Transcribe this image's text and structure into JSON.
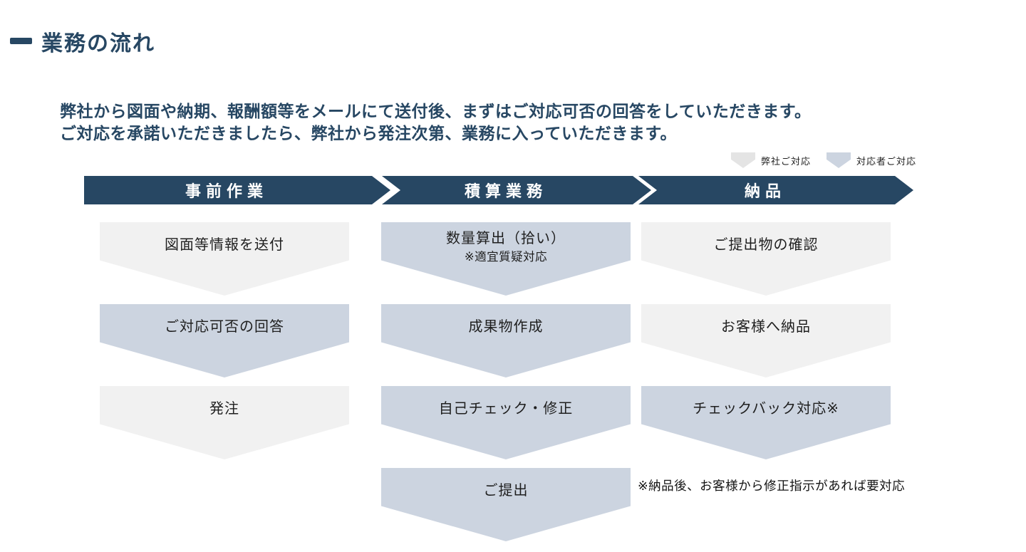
{
  "title": {
    "text": "業務の流れ"
  },
  "intro": {
    "line1": "弊社から図面や納期、報酬額等をメールにて送付後、まずはご対応可否の回答をしていただきます。",
    "line2": "ご対応を承諾いただきましたら、弊社から発注次第、業務に入っていただきます。"
  },
  "legend": {
    "items": [
      {
        "label": "弊社ご対応",
        "color": "#e4e4e4"
      },
      {
        "label": "対応者ご対応",
        "color": "#ccd4e0"
      }
    ]
  },
  "colors": {
    "navy": "#274763",
    "company": "#f1f1f1",
    "contractor": "#ccd4e0",
    "legend_company": "#e4e4e4"
  },
  "flow": {
    "phases": [
      {
        "label": "事前作業",
        "steps": [
          {
            "text": "図面等情報を送付",
            "type": "company"
          },
          {
            "text": "ご対応可否の回答",
            "type": "contractor"
          },
          {
            "text": "発注",
            "type": "company"
          }
        ]
      },
      {
        "label": "積算業務",
        "steps": [
          {
            "text": "数量算出（拾い）",
            "note": "※適宜質疑対応",
            "type": "contractor"
          },
          {
            "text": "成果物作成",
            "type": "contractor"
          },
          {
            "text": "自己チェック・修正",
            "type": "contractor"
          },
          {
            "text": "ご提出",
            "type": "contractor"
          }
        ]
      },
      {
        "label": "納品",
        "steps": [
          {
            "text": "ご提出物の確認",
            "type": "company"
          },
          {
            "text": "お客様へ納品",
            "type": "company"
          },
          {
            "text": "チェックバック対応※",
            "type": "contractor"
          }
        ],
        "footnote": "※納品後、お客様から修正指示があれば要対応"
      }
    ]
  }
}
